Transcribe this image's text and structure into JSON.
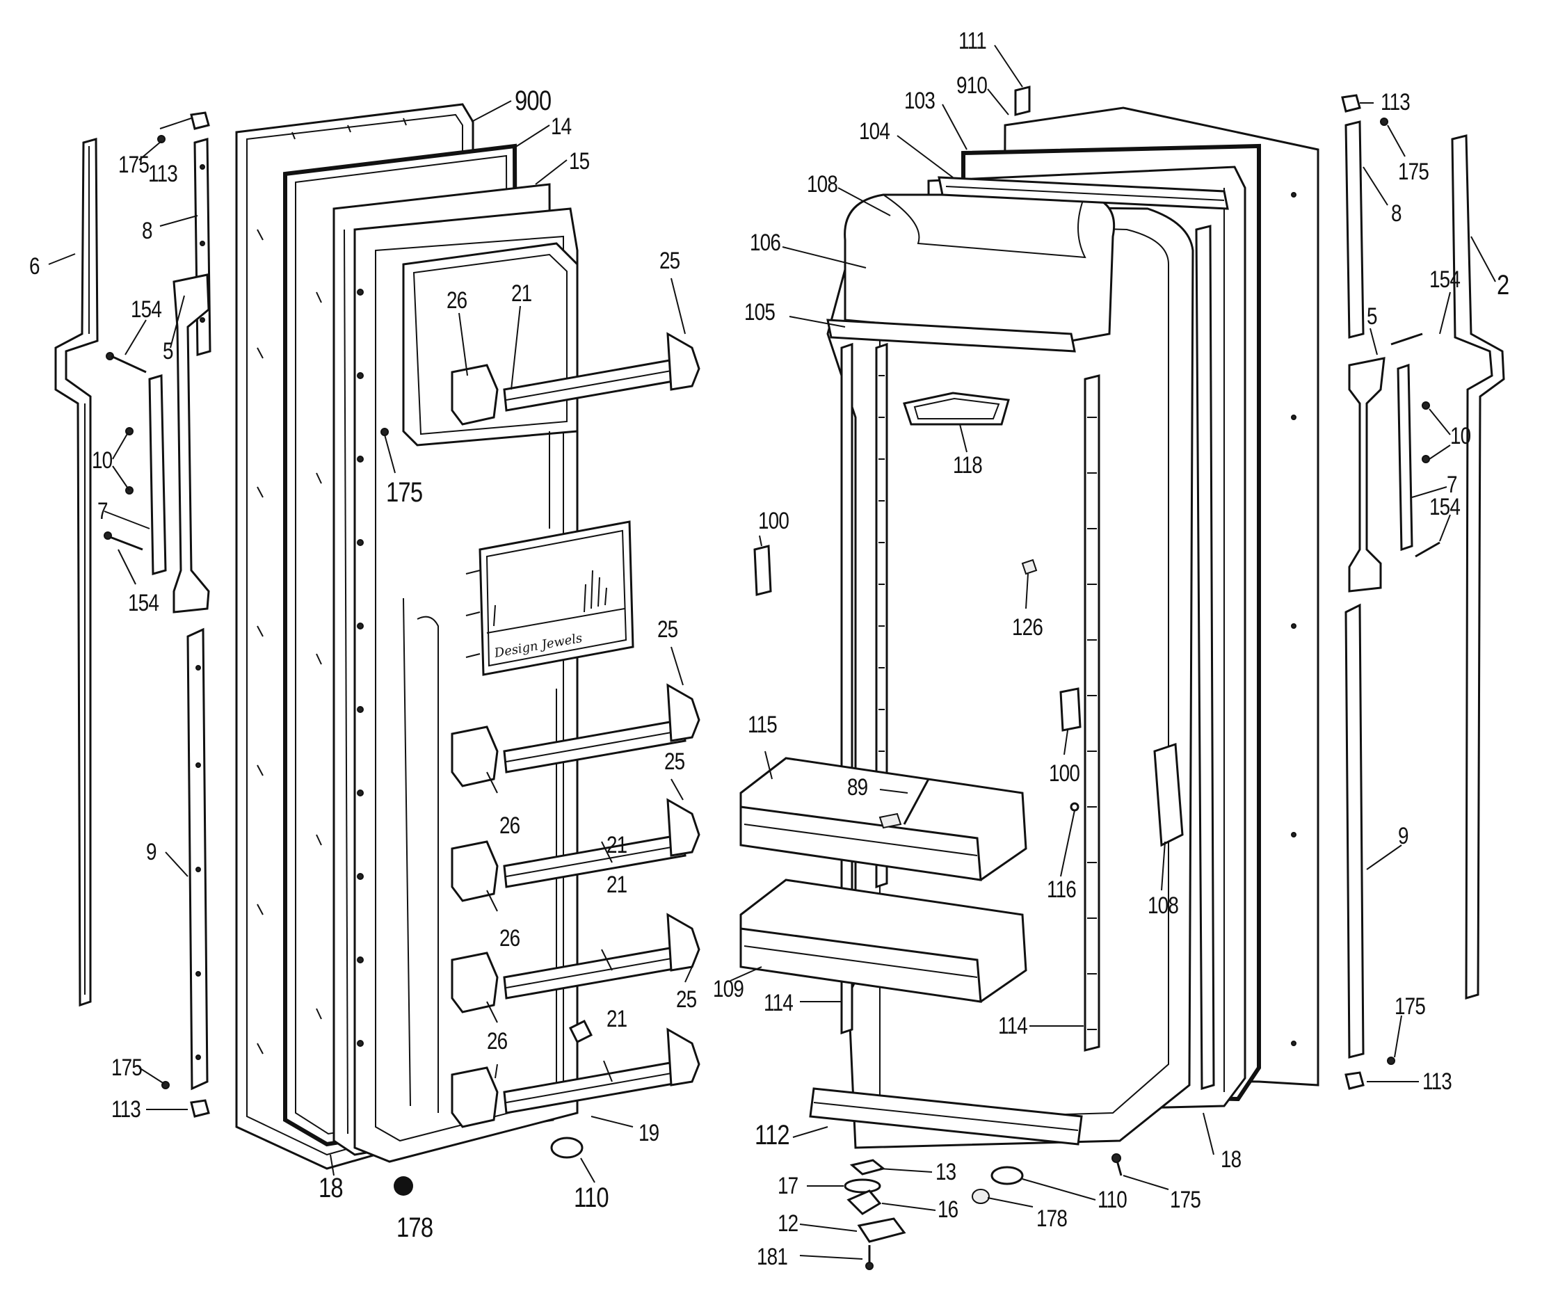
{
  "parts": {
    "p111": "111",
    "p910": "910",
    "p900": "900",
    "p14": "14",
    "p15": "15",
    "p103": "103",
    "p104": "104",
    "p108a": "108",
    "p106": "106",
    "p105": "105",
    "p113a": "113",
    "p113b": "113",
    "p113c": "113",
    "p113d": "113",
    "p175a": "175",
    "p175b": "175",
    "p175c": "175",
    "p175d": "175",
    "p175e": "175",
    "p175f": "175",
    "p8a": "8",
    "p8b": "8",
    "p6": "6",
    "p2": "2",
    "p154a": "154",
    "p154b": "154",
    "p154c": "154",
    "p154d": "154",
    "p5a": "5",
    "p5b": "5",
    "p10a": "10",
    "p10b": "10",
    "p7a": "7",
    "p7b": "7",
    "p9a": "9",
    "p9b": "9",
    "p26a": "26",
    "p26b": "26",
    "p26c": "26",
    "p26d": "26",
    "p21a": "21",
    "p21b": "21",
    "p21c": "21",
    "p21d": "21",
    "p25a": "25",
    "p25b": "25",
    "p25c": "25",
    "p25d": "25",
    "p118": "118",
    "p100a": "100",
    "p100b": "100",
    "p126": "126",
    "p115": "115",
    "p89": "89",
    "p116": "116",
    "p108b": "108",
    "p109": "109",
    "p114a": "114",
    "p114b": "114",
    "p18a": "18",
    "p18b": "18",
    "p19": "19",
    "p110a": "110",
    "p110b": "110",
    "p112": "112",
    "p13": "13",
    "p17": "17",
    "p16": "16",
    "p12": "12",
    "p181": "181",
    "p178a": "178",
    "p178b": "178"
  },
  "panel_caption": "Design Jewels"
}
